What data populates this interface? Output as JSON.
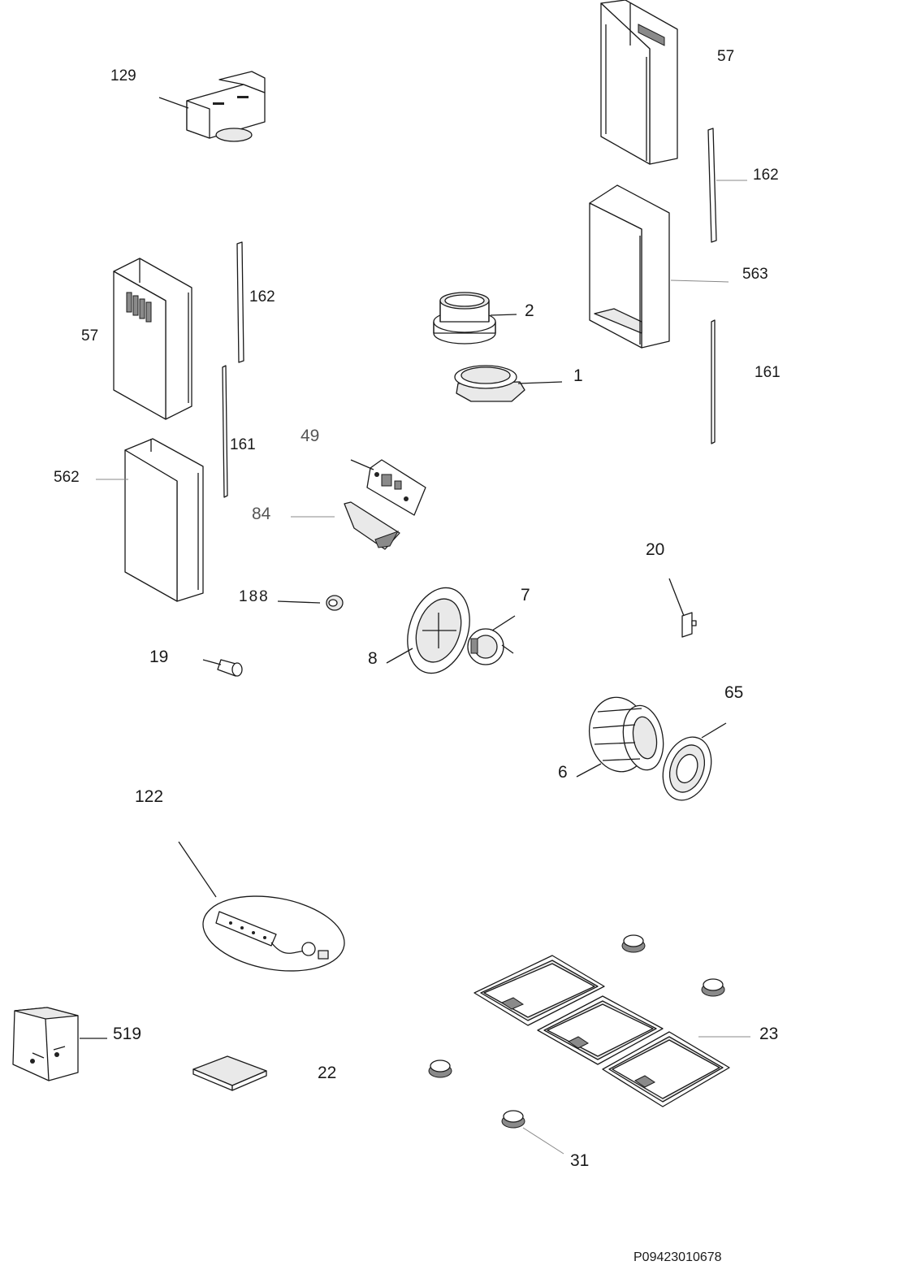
{
  "labels": {
    "p129": "129",
    "p57a": "57",
    "p162a": "162",
    "p563": "563",
    "p162b": "162",
    "p57b": "57",
    "p2": "2",
    "p1": "1",
    "p161a": "161",
    "p49": "49",
    "p161b": "161",
    "p562": "562",
    "p84": "84",
    "p20": "20",
    "p188": "188",
    "p7": "7",
    "p19": "19",
    "p8": "8",
    "p65": "65",
    "p6": "6",
    "p122": "122",
    "p519": "519",
    "p23": "23",
    "p22": "22",
    "p31": "31"
  },
  "drawing_code": "P09423010678",
  "icons": [
    "duct-adapter",
    "chimney-cover",
    "chimney-bracket",
    "flange",
    "damper-ring",
    "control-board",
    "cover-plate",
    "knob",
    "motor",
    "motor-plate",
    "fan-wheel",
    "intake-grille",
    "lamp-strip",
    "fixing-kit",
    "manual",
    "grease-filter"
  ]
}
